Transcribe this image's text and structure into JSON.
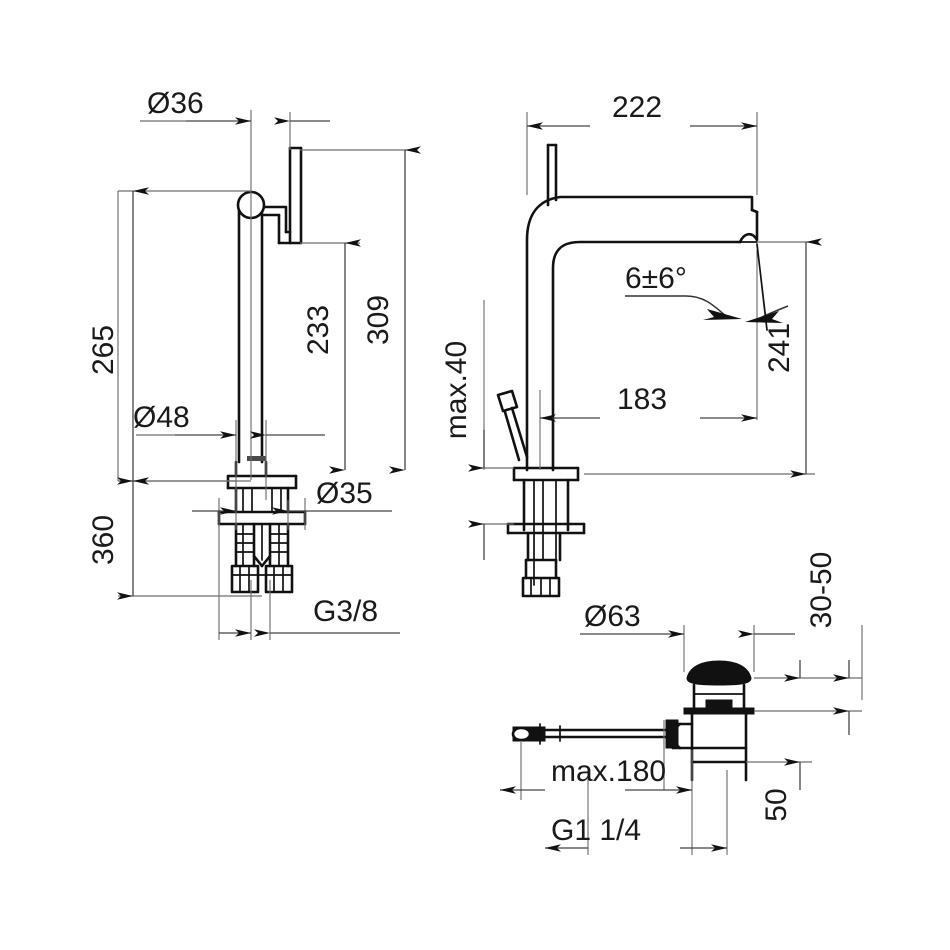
{
  "document": {
    "type": "technical-dimension-drawing",
    "subject": "Single-lever basin mixer tap with pop-up waste",
    "background_color": "#ffffff",
    "line_color": "#111111",
    "dimension_line_color": "#444444",
    "extension_line_color": "#6e6e6e",
    "units": "mm"
  },
  "views": [
    {
      "id": "front-view",
      "name": "Front elevation of basin mixer",
      "position": "top-left"
    },
    {
      "id": "side-view",
      "name": "Side elevation of basin mixer",
      "position": "top-right"
    },
    {
      "id": "waste-view",
      "name": "Pop-up waste assembly",
      "position": "bottom-right"
    }
  ],
  "dimensions": {
    "front_view": [
      {
        "id": "d-36",
        "label": "Ø36",
        "value": 36,
        "orientation": "horizontal",
        "note": "spout outlet diameter"
      },
      {
        "id": "d-265",
        "label": "265",
        "value": 265,
        "orientation": "vertical",
        "note": "height to spout outlet"
      },
      {
        "id": "d-233",
        "label": "233",
        "value": 233,
        "orientation": "vertical",
        "note": "height to lever base"
      },
      {
        "id": "d-309",
        "label": "309",
        "value": 309,
        "orientation": "vertical",
        "note": "overall height"
      },
      {
        "id": "d-48",
        "label": "Ø48",
        "value": 48,
        "orientation": "horizontal",
        "note": "body diameter"
      },
      {
        "id": "d-35",
        "label": "Ø35",
        "value": 35,
        "orientation": "horizontal",
        "note": "shank / hole diameter"
      },
      {
        "id": "d-360",
        "label": "360",
        "value": 360,
        "orientation": "vertical",
        "note": "connection hose length"
      },
      {
        "id": "d-g38",
        "label": "G3/8",
        "value": "G3/8",
        "orientation": "horizontal",
        "note": "supply thread size"
      }
    ],
    "side_view": [
      {
        "id": "d-222",
        "label": "222",
        "value": 222,
        "orientation": "horizontal",
        "note": "overall projection"
      },
      {
        "id": "d-183",
        "label": "183",
        "value": 183,
        "orientation": "horizontal",
        "note": "projection to outlet"
      },
      {
        "id": "d-241",
        "label": "241",
        "value": 241,
        "orientation": "vertical",
        "note": "height to outlet"
      },
      {
        "id": "d-max40",
        "label": "max.40",
        "value": 40,
        "orientation": "vertical",
        "note": "max. basin deck thickness"
      },
      {
        "id": "d-angle",
        "label": "6±6°",
        "value": "6±6°",
        "orientation": "angular",
        "note": "outlet jet angle tolerance"
      }
    ],
    "waste_view": [
      {
        "id": "d-63",
        "label": "Ø63",
        "value": 63,
        "orientation": "horizontal",
        "note": "waste flange diameter"
      },
      {
        "id": "d-30-50",
        "label": "30-50",
        "value": "30-50",
        "orientation": "vertical",
        "note": "adjustable range"
      },
      {
        "id": "d-50",
        "label": "50",
        "value": 50,
        "orientation": "vertical",
        "note": "waste body height"
      },
      {
        "id": "d-max180",
        "label": "max.180",
        "value": 180,
        "orientation": "horizontal",
        "note": "max. pull-rod length"
      },
      {
        "id": "d-g114",
        "label": "G1 1/4",
        "value": "G1 1/4",
        "orientation": "horizontal",
        "note": "waste outlet thread size"
      }
    ]
  },
  "labels": {
    "diameter_36": "Ø36",
    "height_265": "265",
    "height_233": "233",
    "height_309": "309",
    "diameter_48": "Ø48",
    "diameter_35": "Ø35",
    "length_360": "360",
    "thread_g38": "G3/8",
    "projection_222": "222",
    "projection_183": "183",
    "height_241": "241",
    "max_40": "max.40",
    "angle_6": "6±6°",
    "diameter_63": "Ø63",
    "range_30_50": "30-50",
    "height_50": "50",
    "max_180": "max.180",
    "thread_g114": "G1 1/4"
  }
}
